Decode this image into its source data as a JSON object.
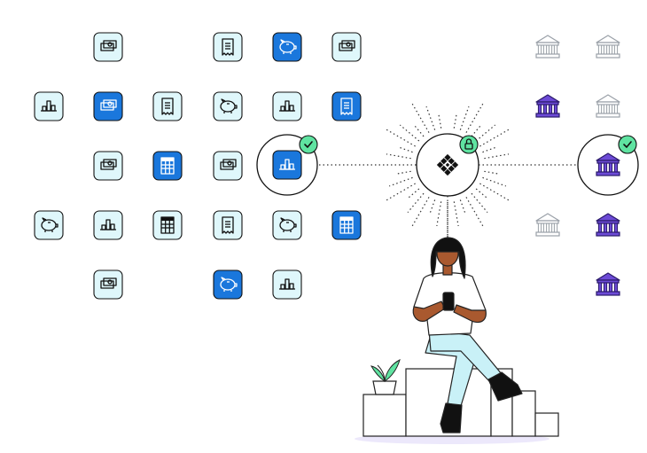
{
  "colors": {
    "tile_light": "#dff7fb",
    "tile_dark": "#1a77dc",
    "outline": "#111111",
    "bank_purple": "#6c4ad6",
    "bank_gray": "#9aa0a8",
    "check_green": "#5fe3a1",
    "hub_ring": "#111111"
  },
  "grid_icons": [
    {
      "icon": "cash-icon",
      "style": "light"
    },
    {
      "icon": "receipt-icon",
      "style": "light"
    },
    {
      "icon": "piggy-bank-icon",
      "style": "dark"
    },
    {
      "icon": "cash-icon",
      "style": "light"
    },
    {
      "icon": "bar-chart-icon",
      "style": "light"
    },
    {
      "icon": "cash-icon",
      "style": "dark"
    },
    {
      "icon": "receipt-icon",
      "style": "light"
    },
    {
      "icon": "piggy-bank-icon",
      "style": "light"
    },
    {
      "icon": "bar-chart-icon",
      "style": "light"
    },
    {
      "icon": "receipt-icon",
      "style": "dark"
    },
    {
      "icon": "cash-icon",
      "style": "light"
    },
    {
      "icon": "spreadsheet-icon",
      "style": "dark"
    },
    {
      "icon": "cash-icon",
      "style": "light"
    },
    {
      "icon": "piggy-bank-icon",
      "style": "light"
    },
    {
      "icon": "bar-chart-icon",
      "style": "light"
    },
    {
      "icon": "spreadsheet-icon",
      "style": "light"
    },
    {
      "icon": "receipt-icon",
      "style": "light"
    },
    {
      "icon": "piggy-bank-icon",
      "style": "light"
    },
    {
      "icon": "spreadsheet-icon",
      "style": "dark"
    },
    {
      "icon": "cash-icon",
      "style": "light"
    },
    {
      "icon": "piggy-bank-icon",
      "style": "dark"
    },
    {
      "icon": "bar-chart-icon",
      "style": "light"
    }
  ],
  "banks": [
    {
      "icon": "bank-icon",
      "style": "gray"
    },
    {
      "icon": "bank-icon",
      "style": "gray"
    },
    {
      "icon": "bank-icon",
      "style": "purple"
    },
    {
      "icon": "bank-icon",
      "style": "gray"
    },
    {
      "icon": "bank-icon",
      "style": "gray"
    },
    {
      "icon": "bank-icon",
      "style": "purple"
    },
    {
      "icon": "bank-icon",
      "style": "purple"
    }
  ],
  "nodes": {
    "app": {
      "icon": "bar-chart-icon",
      "verified": true
    },
    "hub": {
      "icon": "plaid-logo-icon",
      "locked": true
    },
    "bank": {
      "icon": "bank-icon",
      "verified": true
    }
  },
  "illustration": {
    "person": "person-with-phone",
    "plant": "potted-plant",
    "steps": "stairs"
  }
}
